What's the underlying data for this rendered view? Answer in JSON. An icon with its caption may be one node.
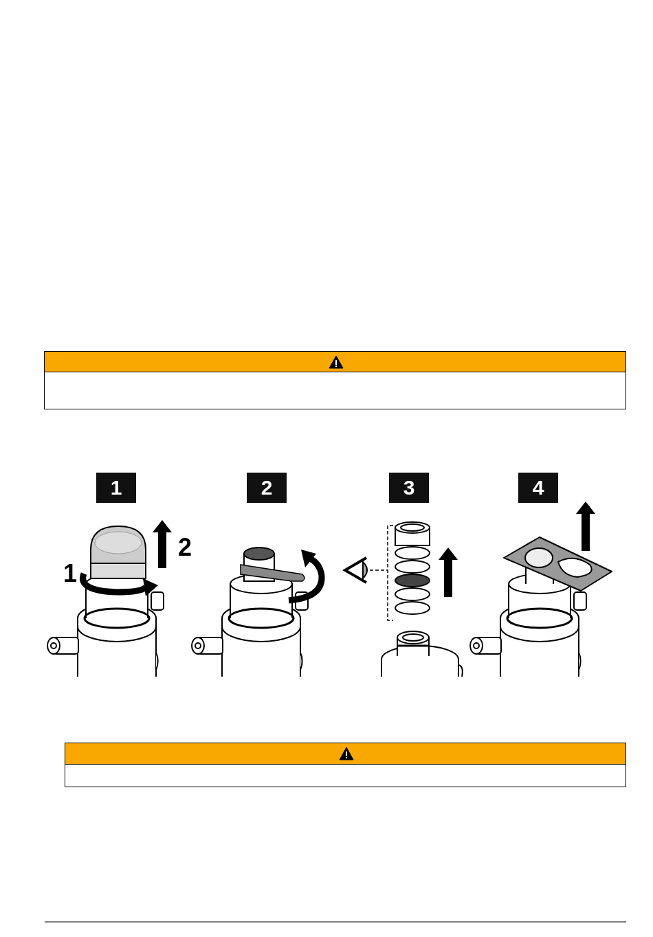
{
  "diagram": {
    "labels": [
      "1",
      "2",
      "3",
      "4",
      "2",
      "1"
    ]
  }
}
